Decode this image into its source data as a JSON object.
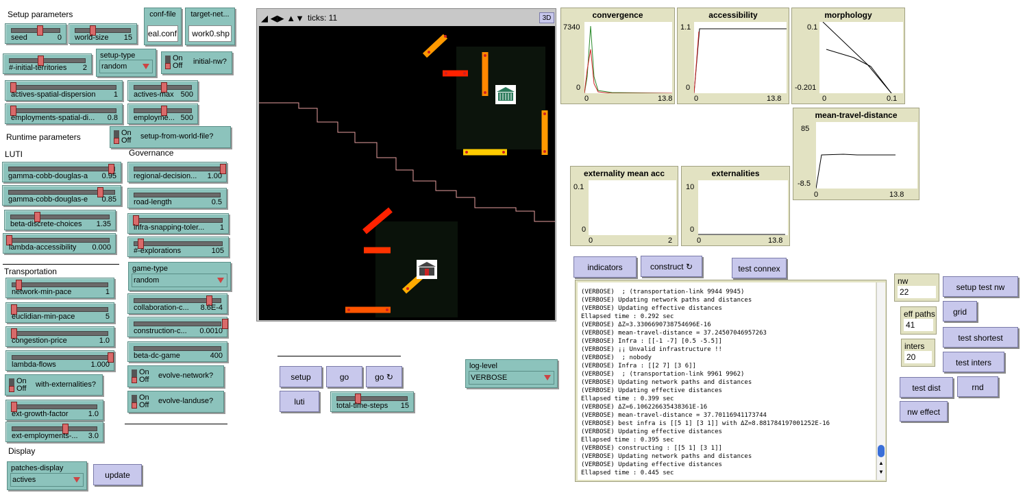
{
  "sections": {
    "setup_params": "Setup parameters",
    "runtime_params": "Runtime parameters",
    "luti": "LUTI",
    "governance": "Governance",
    "transportation": "Transportation",
    "display": "Display"
  },
  "sliders": {
    "seed": {
      "name": "seed",
      "value": "0"
    },
    "world_size": {
      "name": "world-size",
      "value": "15"
    },
    "initial_territories": {
      "name": "#-initial-territories",
      "value": "2"
    },
    "actives_spatial_dispersion": {
      "name": "actives-spatial-dispersion",
      "value": "1"
    },
    "actives_max": {
      "name": "actives-max",
      "value": "500"
    },
    "employments_spatial_di": {
      "name": "employments-spatial-di...",
      "value": "0.8"
    },
    "employments_max": {
      "name": "employme...",
      "value": "500"
    },
    "gamma_a": {
      "name": "gamma-cobb-douglas-a",
      "value": "0.95"
    },
    "gamma_e": {
      "name": "gamma-cobb-douglas-e",
      "value": "0.85"
    },
    "beta_discrete": {
      "name": "beta-discrete-choices",
      "value": "1.35"
    },
    "lambda_accessibility": {
      "name": "lambda-accessibility",
      "value": "0.000"
    },
    "regional_decision": {
      "name": "regional-decision...",
      "value": "1.00"
    },
    "road_length": {
      "name": "road-length",
      "value": "0.5"
    },
    "infra_snapping": {
      "name": "infra-snapping-toler...",
      "value": "1"
    },
    "explorations": {
      "name": "#-explorations",
      "value": "105"
    },
    "collaboration": {
      "name": "collaboration-c...",
      "value": "8.6E-4"
    },
    "construction": {
      "name": "construction-c...",
      "value": "0.0010"
    },
    "beta_dc_game": {
      "name": "beta-dc-game",
      "value": "400"
    },
    "network_min_pace": {
      "name": "network-min-pace",
      "value": "1"
    },
    "euclidian_min_pace": {
      "name": "euclidian-min-pace",
      "value": "5"
    },
    "congestion_price": {
      "name": "congestion-price",
      "value": "1.0"
    },
    "lambda_flows": {
      "name": "lambda-flows",
      "value": "1.000"
    },
    "ext_growth_factor": {
      "name": "ext-growth-factor",
      "value": "1.0"
    },
    "ext_employments": {
      "name": "ext-employments-...",
      "value": "3.0"
    },
    "total_time_steps": {
      "name": "total-time-steps",
      "value": "15"
    }
  },
  "choosers": {
    "setup_type": {
      "name": "setup-type",
      "value": "random"
    },
    "game_type": {
      "name": "game-type",
      "value": "random"
    },
    "log_level": {
      "name": "log-level",
      "value": "VERBOSE"
    },
    "patches_display": {
      "name": "patches-display",
      "value": "actives"
    }
  },
  "switches": {
    "initial_nw": {
      "name": "initial-nw?",
      "on": "On",
      "off": "Off"
    },
    "setup_from_world_file": {
      "name": "setup-from-world-file?",
      "on": "On",
      "off": "Off"
    },
    "with_externalities": {
      "name": "with-externalities?",
      "on": "On",
      "off": "Off"
    },
    "evolve_network": {
      "name": "evolve-network?",
      "on": "On",
      "off": "Off"
    },
    "evolve_landuse": {
      "name": "evolve-landuse?",
      "on": "On",
      "off": "Off"
    }
  },
  "inputs": {
    "conf_file": {
      "name": "conf-file",
      "value": "eal.conf"
    },
    "target_net": {
      "name": "target-net...",
      "value": "work0.shp"
    }
  },
  "world": {
    "ticks_label": "ticks: 11",
    "three_d": "3D"
  },
  "buttons": {
    "setup": "setup",
    "go": "go",
    "go_forever": "go",
    "luti": "luti",
    "indicators": "indicators",
    "construct": "construct",
    "test_connex": "test connex",
    "setup_test_nw": "setup test nw",
    "grid": "grid",
    "test_shortest": "test shortest",
    "test_inters": "test inters",
    "test_dist": "test dist",
    "rnd": "rnd",
    "nw_effect": "nw effect",
    "update": "update"
  },
  "monitors": {
    "nw_patches": {
      "name": "nw patches",
      "value": "22"
    },
    "eff_paths": {
      "name": "eff paths",
      "value": "41"
    },
    "inters": {
      "name": "inters",
      "value": "20"
    }
  },
  "plots": {
    "convergence": {
      "title": "convergence",
      "ymax": "7340",
      "ymin": "0",
      "xmin": "0",
      "xmax": "13.8"
    },
    "accessibility": {
      "title": "accessibility",
      "ymax": "1.1",
      "ymin": "0",
      "xmin": "0",
      "xmax": "13.8"
    },
    "morphology": {
      "title": "morphology",
      "ymax": "0.1",
      "ymin": "-0.201",
      "xmin": "0",
      "xmax": "0.1"
    },
    "mean_travel_distance": {
      "title": "mean-travel-distance",
      "ymax": "85",
      "ymin": "-8.5",
      "xmin": "0",
      "xmax": "13.8"
    },
    "externality_mean_acc": {
      "title": "externality mean acc",
      "ymax": "0.1",
      "ymin": "0",
      "xmin": "0",
      "xmax": "2"
    },
    "externalities": {
      "title": "externalities",
      "ymax": "10",
      "ymin": "0",
      "xmin": "0",
      "xmax": "13.8"
    }
  },
  "log_lines": [
    "(VERBOSE)  ; (transportation-link 9944 9945)",
    "(VERBOSE) Updating network paths and distances",
    "(VERBOSE) Updating effective distances",
    "Ellapsed time : 0.292 sec",
    "(VERBOSE) ΔZ=3.3306690738754696E-16",
    "(VERBOSE) mean-travel-distance = 37.24507046957263",
    "(VERBOSE) Infra : [[-1 -7] [0.5 -5.5]]",
    "(VERBOSE) ¡¡ Unvalid infrastructure !!",
    "(VERBOSE)  ; nobody",
    "(VERBOSE) Infra : [[2 7] [3 6]]",
    "(VERBOSE)  ; (transportation-link 9961 9962)",
    "(VERBOSE) Updating network paths and distances",
    "(VERBOSE) Updating effective distances",
    "Ellapsed time : 0.399 sec",
    "(VERBOSE) ΔZ=6.106226635438361E-16",
    "(VERBOSE) mean-travel-distance = 37.70116941173744",
    "(VERBOSE) best infra is [[5 1] [3 1]] with ΔZ=8.881784197001252E-16",
    "(VERBOSE) Updating effective distances",
    "Ellapsed time : 0.395 sec",
    "(VERBOSE) constructing : [[5 1] [3 1]]",
    "(VERBOSE) Updating network paths and distances",
    "(VERBOSE) Updating effective distances",
    "Ellapsed time : 0.445 sec"
  ],
  "colors": {
    "slider": "#8cc3bc",
    "button": "#c8c8ec",
    "plot": "#e2e2c2",
    "world_bg": "#000000"
  }
}
